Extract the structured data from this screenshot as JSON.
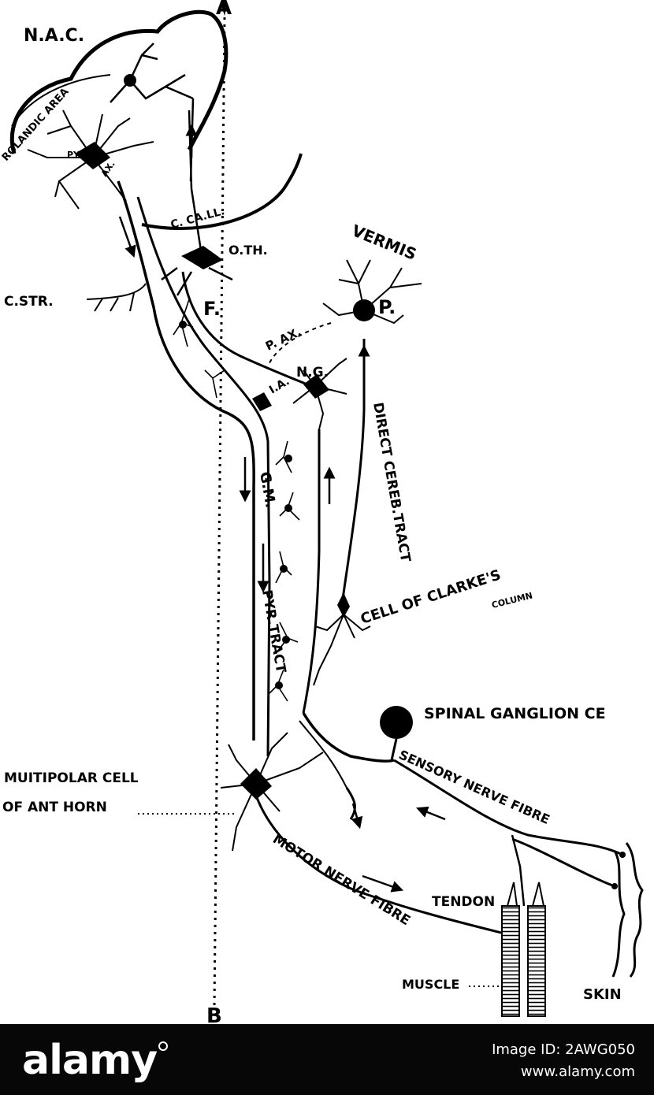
{
  "labels": {
    "point_a": "A",
    "point_b": "B",
    "nac": "N.A.C.",
    "rolandic_area": "ROLANDIC AREA",
    "pyr": "PYR.",
    "ax": "AX.",
    "c_call": "C. CA.LL.",
    "oth": "O.TH.",
    "vermis": "VERMIS",
    "p": "P.",
    "c_str": "C.STR.",
    "f": "F.",
    "p_ax": "P. AX.",
    "ng": "N.G.",
    "ia": "I.A.",
    "direct_cereb_tract": "DIRECT CEREB.TRACT",
    "gm": "G.M.",
    "pyr_tract": "PYR.TRACT",
    "cell_of_clarkes": "CELL OF CLARKE'S",
    "column": "COLUMN",
    "spinal_ganglion": "SPINAL GANGLION CE",
    "multipolar_cell": "MUITIPOLAR CELL",
    "of_ant_horn": "OF ANT HORN",
    "sensory_nerve_fibre": "SENSORY NERVE FIBRE",
    "motor_nerve_fibre": "MOTOR NERVE FIBRE",
    "tendon": "TENDON",
    "muscle": "MUSCLE",
    "skin": "SKIN"
  },
  "footer": {
    "brand": "alamy",
    "image_id": "Image ID: 2AWG050",
    "site": "www.alamy.com"
  }
}
